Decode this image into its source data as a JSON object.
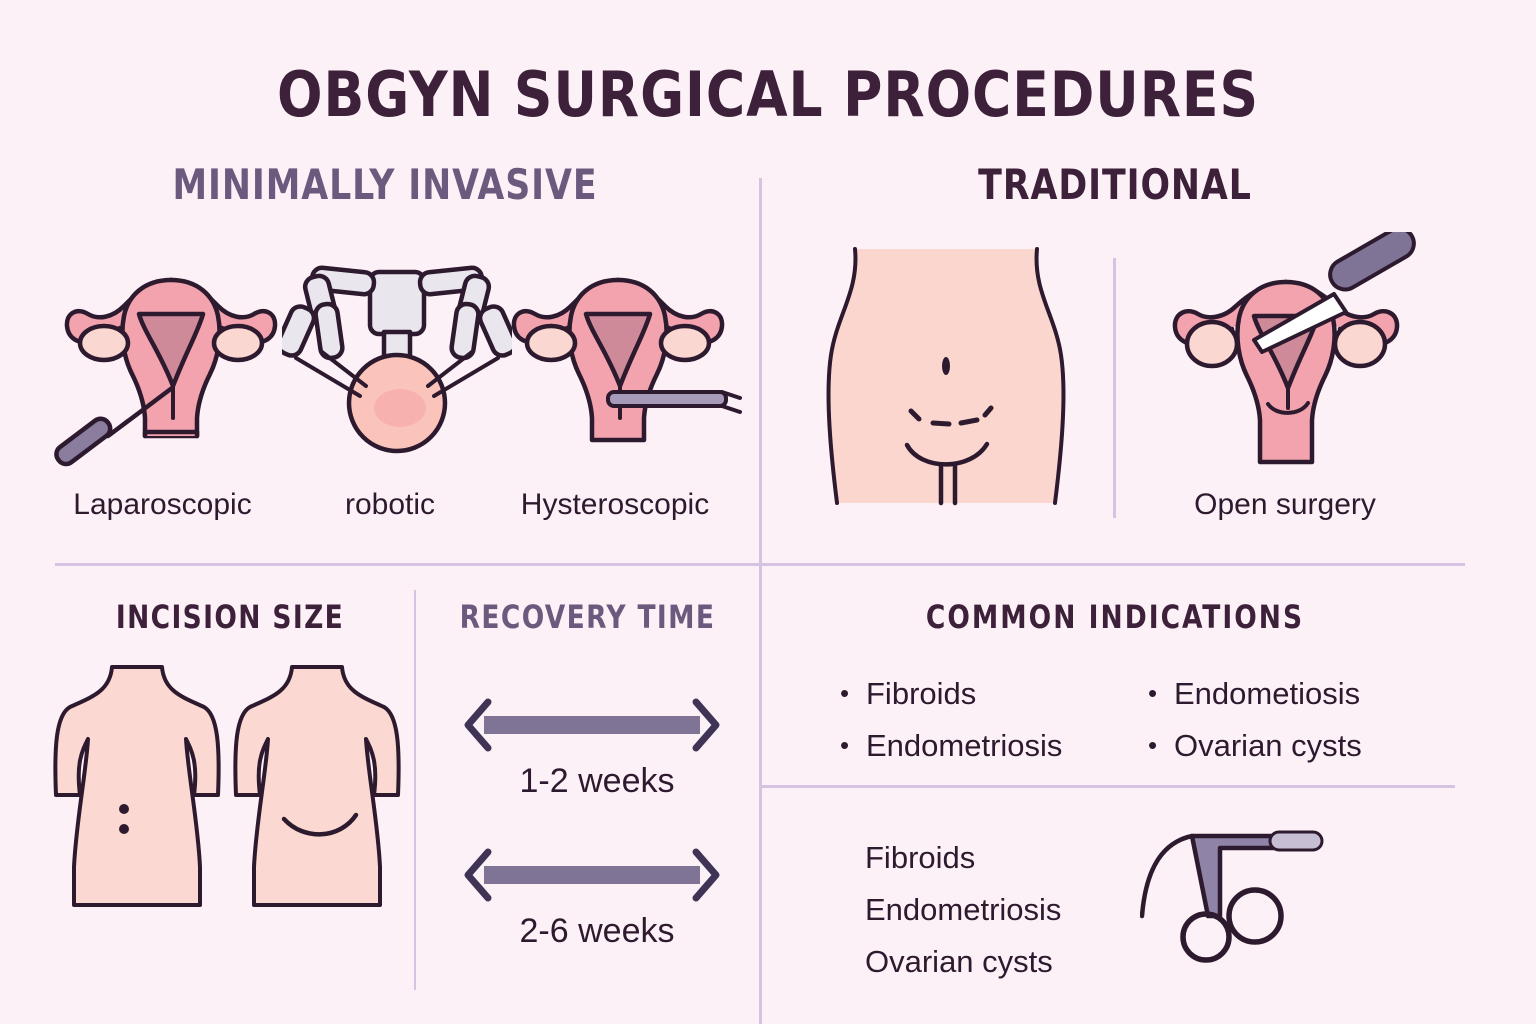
{
  "page": {
    "title": "OBGYN SURGICAL PROCEDURES",
    "background_color": "#fdf1f8",
    "ink_color": "#2e1a2e",
    "accent_purple": "#7a6b96",
    "muted_heading_color": "#6b5a7e",
    "divider_color": "#d6c3e2",
    "organ_pink": "#f2a3ae",
    "organ_pink_light": "#f7c3c9",
    "skin_peach": "#fad6ce",
    "cavity_mauve": "#cf8a99"
  },
  "sections": {
    "minimally_invasive": {
      "heading": "MINIMALLY INVASIVE",
      "items": [
        {
          "label": "Laparoscopic",
          "icon": "uterus-with-laparoscope-icon"
        },
        {
          "label": "robotic",
          "icon": "robotic-arms-icon"
        },
        {
          "label": "Hysteroscopic",
          "icon": "uterus-with-hysteroscope-icon"
        }
      ]
    },
    "traditional": {
      "heading": "TRADITIONAL",
      "items": [
        {
          "label": "",
          "icon": "abdomen-incision-icon"
        },
        {
          "label": "Open surgery",
          "icon": "uterus-with-scalpel-icon"
        }
      ]
    },
    "incision_size": {
      "heading": "INCISION SIZE",
      "figures": [
        {
          "icon": "torso-keyhole-incisions-icon",
          "marks": "two small dots"
        },
        {
          "icon": "torso-large-incision-icon",
          "marks": "one curved line"
        }
      ]
    },
    "recovery_time": {
      "heading": "RECOVERY TIME",
      "rows": [
        {
          "icon": "double-arrow-icon",
          "label": "1-2 weeks"
        },
        {
          "icon": "double-arrow-icon",
          "label": "2-6 weeks"
        }
      ]
    },
    "common_indications": {
      "heading": "COMMON INDICATIONS",
      "bulleted_left": [
        "Fibroids",
        "Endometriosis"
      ],
      "bulleted_right": [
        "Endometiosis",
        "Ovarian cysts"
      ],
      "plain_list": [
        "Fibroids",
        "Endometriosis",
        "Ovarian cysts"
      ],
      "icon": "surgical-scissors-icon"
    }
  }
}
